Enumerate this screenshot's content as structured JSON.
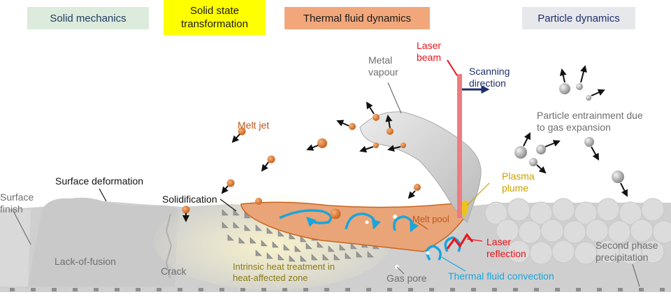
{
  "categories": {
    "solid_mechanics": "Solid mechanics",
    "solid_state": "Solid state transformation",
    "thermal_fluid": "Thermal fluid dynamics",
    "particle": "Particle dynamics"
  },
  "labels": {
    "laser_beam": "Laser beam",
    "scanning_direction": "Scanning direction",
    "metal_vapour": "Metal vapour",
    "melt_jet": "Melt jet",
    "particle_entrainment": "Particle entrainment due to gas expansion",
    "surface_deformation": "Surface deformation",
    "solidification": "Solidification",
    "surface_finish": "Surface finish",
    "plasma_plume": "Plasma plume",
    "melt_pool": "Melt pool",
    "laser_reflection": "Laser reflection",
    "lack_of_fusion": "Lack-of-fusion",
    "crack": "Crack",
    "intrinsic_heat": "Intrinsic heat treatment in heat-affected zone",
    "gas_pore": "Gas pore",
    "thermal_fluid_convection": "Thermal fluid convection",
    "second_phase": "Second phase precipitation"
  },
  "colors": {
    "solid_mechanics_box": "#dcebdc",
    "solid_state_box": "#ffff00",
    "thermal_fluid_box": "#f2a77b",
    "particle_box": "#e6e8ec",
    "laser": "#ee7b7f",
    "laser_text": "#e8141b",
    "scanning": "#1f2f6e",
    "melt_text": "#b8571a",
    "plasma_text": "#c9a000",
    "convection": "#1aa5dc",
    "heat_text": "#8a7a15",
    "gray_text": "#6f6f6f",
    "substrate": "#cfcfcf",
    "melt_pool": "#e9a577"
  }
}
